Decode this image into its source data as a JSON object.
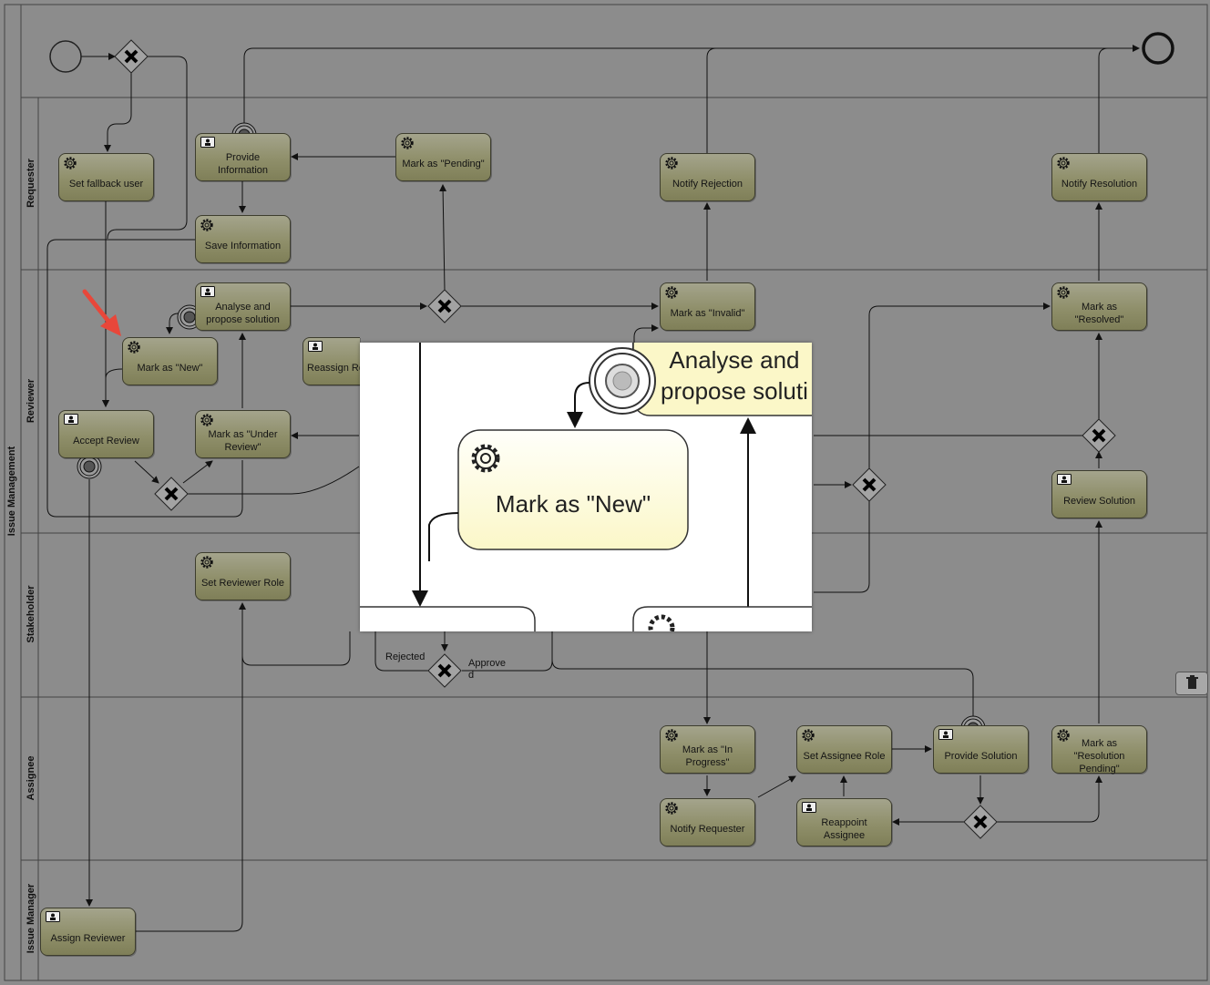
{
  "pool": {
    "label": "Issue Management"
  },
  "lanes": [
    {
      "id": "requester",
      "label": "Requester"
    },
    {
      "id": "reviewer",
      "label": "Reviewer"
    },
    {
      "id": "stakeholder",
      "label": "Stakeholder"
    },
    {
      "id": "assignee",
      "label": "Assignee"
    },
    {
      "id": "manager",
      "label": "Issue Manager"
    }
  ],
  "tasks": [
    {
      "id": "set_fallback",
      "label": "Set fallback user",
      "icon": "gear-icon"
    },
    {
      "id": "provide_info",
      "label": "Provide Information",
      "icon": "user-task-icon"
    },
    {
      "id": "mark_pending",
      "label": "Mark as \"Pending\"",
      "icon": "gear-icon"
    },
    {
      "id": "save_info",
      "label": "Save Information",
      "icon": "gear-icon"
    },
    {
      "id": "notify_rejection",
      "label": "Notify Rejection",
      "icon": "gear-icon"
    },
    {
      "id": "notify_resolution",
      "label": "Notify Resolution",
      "icon": "gear-icon"
    },
    {
      "id": "analyse",
      "label": "Analyse and\npropose solution",
      "icon": "user-task-icon"
    },
    {
      "id": "mark_new",
      "label": "Mark as \"New\"",
      "icon": "gear-icon"
    },
    {
      "id": "reassign",
      "label": "Reassign Re",
      "icon": "user-task-icon"
    },
    {
      "id": "mark_invalid",
      "label": "Mark as \"Invalid\"",
      "icon": "gear-icon"
    },
    {
      "id": "mark_resolved",
      "label": "Mark as \"Resolved\"",
      "icon": "gear-icon"
    },
    {
      "id": "accept_review",
      "label": "Accept Review",
      "icon": "user-task-icon"
    },
    {
      "id": "mark_under_review",
      "label": "Mark as \"Under\nReview\"",
      "icon": "gear-icon"
    },
    {
      "id": "review_solution",
      "label": "Review Solution",
      "icon": "user-task-icon"
    },
    {
      "id": "set_reviewer_role",
      "label": "Set Reviewer Role",
      "icon": "gear-icon"
    },
    {
      "id": "mark_in_progress",
      "label": "Mark as \"In\nProgress\"",
      "icon": "gear-icon"
    },
    {
      "id": "set_assignee_role",
      "label": "Set Assignee Role",
      "icon": "gear-icon"
    },
    {
      "id": "provide_solution",
      "label": "Provide Solution",
      "icon": "user-task-icon"
    },
    {
      "id": "mark_resolution_pending",
      "label": "Mark as \"Resolution\nPending\"",
      "icon": "gear-icon"
    },
    {
      "id": "notify_requester",
      "label": "Notify Requester",
      "icon": "gear-icon"
    },
    {
      "id": "reappoint_assignee",
      "label": "Reappoint Assignee",
      "icon": "user-task-icon"
    },
    {
      "id": "assign_reviewer",
      "label": "Assign Reviewer",
      "icon": "user-task-icon"
    }
  ],
  "flow_labels": {
    "rejected": "Rejected",
    "approved": "Approve\nd"
  },
  "zoom": {
    "task_label": "Mark as \"New\"",
    "partial_label": "Analyse and\npropose soluti"
  },
  "toolbar": {
    "delete_icon": "trash-icon"
  },
  "colors": {
    "background": "#8c8c8c",
    "task_fill": "#8f8f6a",
    "line": "#111111",
    "marker": "#e8473a"
  }
}
